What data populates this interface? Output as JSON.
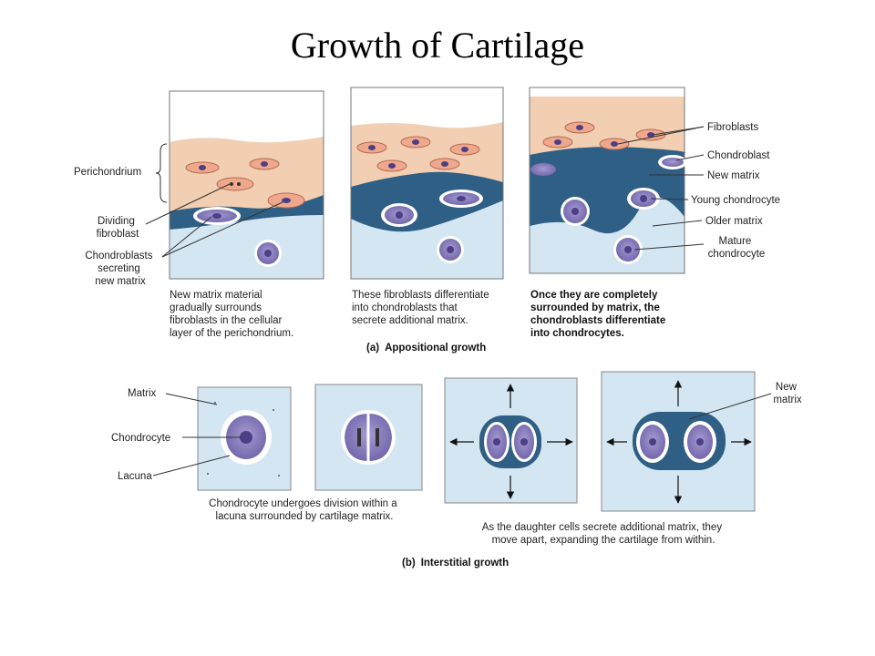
{
  "title": "Growth of Cartilage",
  "appositional": {
    "heading_letter": "(a)",
    "heading": "Appositional growth",
    "labels": {
      "perichondrium": "Perichondrium",
      "dividing_fibroblast": [
        "Dividing",
        "fibroblast"
      ],
      "chondroblasts_secreting": [
        "Chondroblasts",
        "secreting",
        "new matrix"
      ],
      "fibroblasts": "Fibroblasts",
      "chondroblast": "Chondroblast",
      "new_matrix": "New matrix",
      "young_chondrocyte": "Young chondrocyte",
      "older_matrix": "Older matrix",
      "mature_chondrocyte": [
        "Mature",
        "chondrocyte"
      ]
    },
    "captions": {
      "panel1": [
        "New matrix material",
        "gradually surrounds",
        "fibroblasts in the cellular",
        "layer of the perichondrium."
      ],
      "panel2": [
        "These fibroblasts differentiate",
        "into chondroblasts that",
        "secrete additional matrix."
      ],
      "panel3": [
        "Once they are completely",
        "surrounded by matrix, the",
        "chondroblasts differentiate",
        "into chondrocytes."
      ]
    }
  },
  "interstitial": {
    "heading_letter": "(b)",
    "heading": "Interstitial growth",
    "labels": {
      "matrix": "Matrix",
      "chondrocyte": "Chondrocyte",
      "lacuna": "Lacuna",
      "new_matrix": [
        "New",
        "matrix"
      ]
    },
    "captions": {
      "division": [
        "Chondrocyte undergoes division within a",
        "lacuna surrounded by cartilage matrix."
      ],
      "daughter": [
        "As the daughter cells secrete additional matrix, they",
        "move apart, expanding the cartilage from within."
      ]
    }
  },
  "colors": {
    "perichondrium": "#f2cfb2",
    "new_matrix": "#2f5f85",
    "older_matrix": "#d3e6f2",
    "cell": "#7d73b3",
    "nucleus": "#4d3f86"
  }
}
